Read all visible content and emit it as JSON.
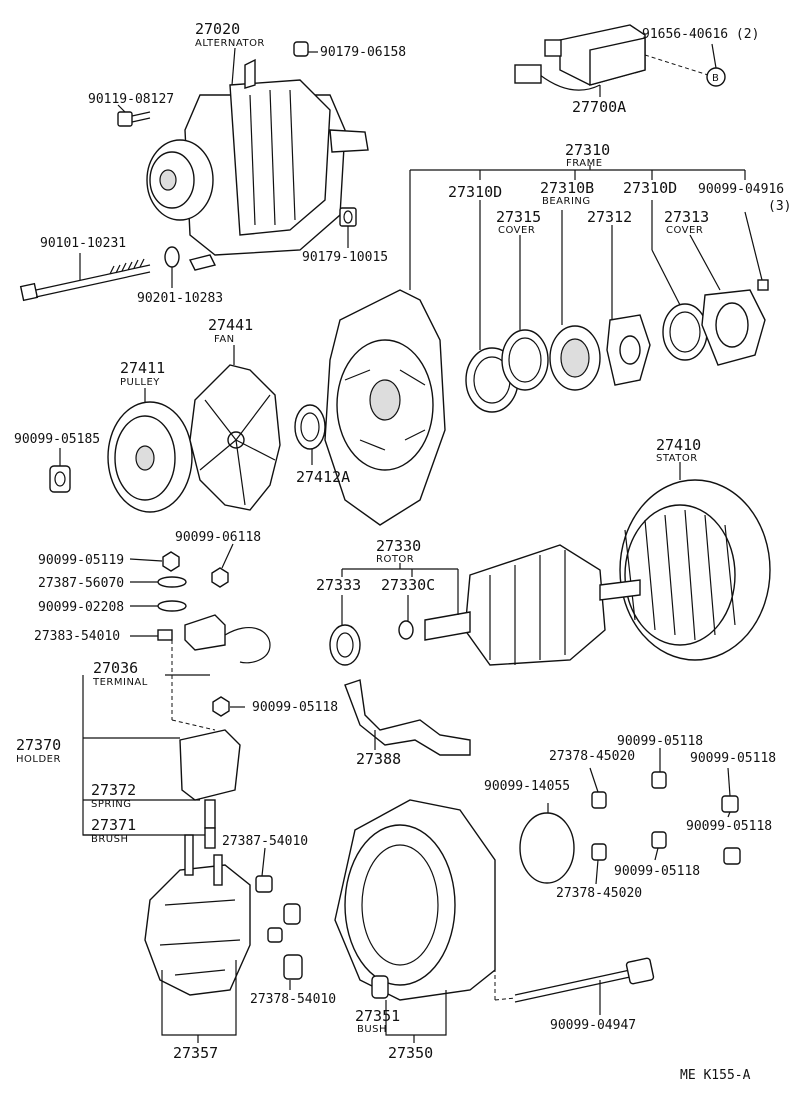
{
  "labels": {
    "p27020": {
      "num": "27020",
      "name": "ALTERNATOR"
    },
    "p90179_06158": {
      "num": "90179-06158"
    },
    "p91656": {
      "num": "91656-40616 (2)"
    },
    "p27700A": {
      "num": "27700A"
    },
    "pB": {
      "num": "B"
    },
    "p90119": {
      "num": "90119-08127"
    },
    "p90101": {
      "num": "90101-10231"
    },
    "p90201": {
      "num": "90201-10283"
    },
    "p90179_10015": {
      "num": "90179-10015"
    },
    "p27310": {
      "num": "27310",
      "name": "FRAME"
    },
    "p27310D_1": {
      "num": "27310D"
    },
    "p27310B": {
      "num": "27310B",
      "name": "BEARING"
    },
    "p27310D_2": {
      "num": "27310D"
    },
    "p90099_04916": {
      "num": "90099-04916",
      "extra": "(3)"
    },
    "p27315": {
      "num": "27315",
      "name": "COVER"
    },
    "p27312": {
      "num": "27312"
    },
    "p27313": {
      "num": "27313",
      "name": "COVER"
    },
    "p27441": {
      "num": "27441",
      "name": "FAN"
    },
    "p27411": {
      "num": "27411",
      "name": "PULLEY"
    },
    "p90099_05185": {
      "num": "90099-05185"
    },
    "p27412A": {
      "num": "27412A"
    },
    "p27410": {
      "num": "27410",
      "name": "STATOR"
    },
    "p90099_06118": {
      "num": "90099-06118"
    },
    "p90099_05119": {
      "num": "90099-05119"
    },
    "p27387_56070": {
      "num": "27387-56070"
    },
    "p90099_02208": {
      "num": "90099-02208"
    },
    "p27383": {
      "num": "27383-54010"
    },
    "p27330": {
      "num": "27330",
      "name": "ROTOR"
    },
    "p27333": {
      "num": "27333"
    },
    "p27330C": {
      "num": "27330C"
    },
    "p27036": {
      "num": "27036",
      "name": "TERMINAL"
    },
    "p90099_05118_a": {
      "num": "90099-05118"
    },
    "p27370": {
      "num": "27370",
      "name": "HOLDER"
    },
    "p27388": {
      "num": "27388"
    },
    "p27372": {
      "num": "27372",
      "name": "SPRING"
    },
    "p27371": {
      "num": "27371",
      "name": "BRUSH"
    },
    "p27387_54010": {
      "num": "27387-54010"
    },
    "p90099_14055": {
      "num": "90099-14055"
    },
    "p27378_45020_a": {
      "num": "27378-45020"
    },
    "p90099_05118_b": {
      "num": "90099-05118"
    },
    "p90099_05118_c": {
      "num": "90099-05118"
    },
    "p90099_05118_d": {
      "num": "90099-05118"
    },
    "p90099_05118_e": {
      "num": "90099-05118"
    },
    "p27378_45020_b": {
      "num": "27378-45020"
    },
    "p27378_54010": {
      "num": "27378-54010"
    },
    "p27351": {
      "num": "27351",
      "name": "BUSH"
    },
    "p90099_04947": {
      "num": "90099-04947"
    },
    "p27357": {
      "num": "27357"
    },
    "p27350": {
      "num": "27350"
    },
    "footer": {
      "code": "ME  K155-A"
    }
  }
}
